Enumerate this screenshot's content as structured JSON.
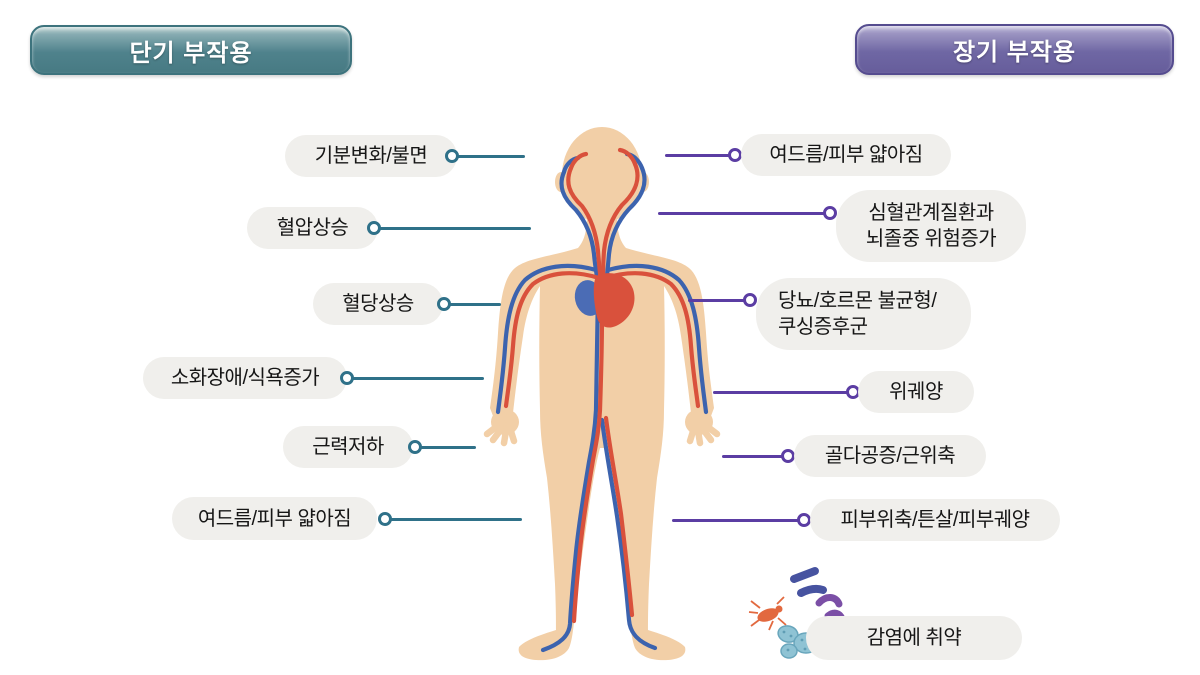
{
  "headers": {
    "left": {
      "label": "단기 부작용"
    },
    "right": {
      "label": "장기 부작용"
    }
  },
  "left_labels": [
    {
      "line1": "기분변화/불면"
    },
    {
      "line1": "혈압상승"
    },
    {
      "line1": "혈당상승"
    },
    {
      "line1": "소화장애/식욕증가"
    },
    {
      "line1": "근력저하"
    },
    {
      "line1": "여드름/피부 얇아짐"
    }
  ],
  "right_labels": [
    {
      "line1": "여드름/피부 얇아짐"
    },
    {
      "line1": "심혈관계질환과",
      "line2": "뇌졸중 위험증가"
    },
    {
      "line1": "당뇨/호르몬 불균형/",
      "line2": "쿠싱증후군"
    },
    {
      "line1": "위궤양"
    },
    {
      "line1": "골다공증/근위축"
    },
    {
      "line1": "피부위축/튼살/피부궤양"
    },
    {
      "line1": "감염에 취약"
    }
  ],
  "colors": {
    "short_term_accent": "#2f7189",
    "long_term_accent": "#5b3da3",
    "pill_bg": "#f0efec",
    "skin": "#f2cfa7",
    "artery_red": "#d9513c",
    "vein_blue": "#3c63ae"
  },
  "icons": {
    "germ_icons": [
      "bacteria-rod-icon",
      "bacteria-curved-icon",
      "mite-icon",
      "cocci-cluster-icon"
    ],
    "figure": "human-circulatory-figure"
  }
}
